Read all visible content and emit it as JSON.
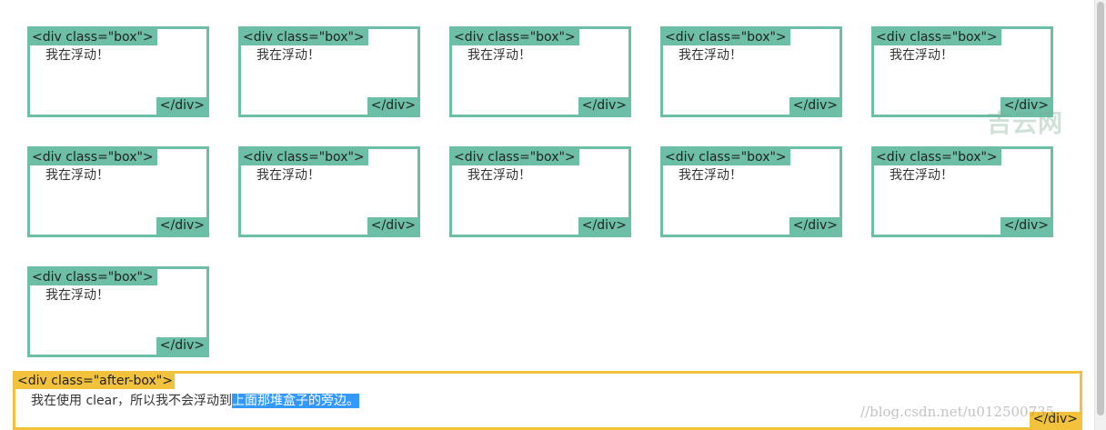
{
  "boxes": [
    {
      "open_tag": "<div class=\"box\">",
      "text": "我在浮动！",
      "close_tag": "</div>"
    },
    {
      "open_tag": "<div class=\"box\">",
      "text": "我在浮动！",
      "close_tag": "</div>"
    },
    {
      "open_tag": "<div class=\"box\">",
      "text": "我在浮动！",
      "close_tag": "</div>"
    },
    {
      "open_tag": "<div class=\"box\">",
      "text": "我在浮动！",
      "close_tag": "</div>"
    },
    {
      "open_tag": "<div class=\"box\">",
      "text": "我在浮动！",
      "close_tag": "</div>"
    },
    {
      "open_tag": "<div class=\"box\">",
      "text": "我在浮动！",
      "close_tag": "</div>"
    },
    {
      "open_tag": "<div class=\"box\">",
      "text": "我在浮动！",
      "close_tag": "</div>"
    },
    {
      "open_tag": "<div class=\"box\">",
      "text": "我在浮动！",
      "close_tag": "</div>"
    },
    {
      "open_tag": "<div class=\"box\">",
      "text": "我在浮动！",
      "close_tag": "</div>"
    },
    {
      "open_tag": "<div class=\"box\">",
      "text": "我在浮动！",
      "close_tag": "</div>"
    },
    {
      "open_tag": "<div class=\"box\">",
      "text": "我在浮动！",
      "close_tag": "</div>"
    }
  ],
  "after_box": {
    "open_tag": "<div class=\"after-box\">",
    "text_plain": "我在使用 clear，所以我不会浮动到",
    "text_selected": "上面那堆盒子的旁边。",
    "close_tag": "</div>"
  },
  "watermarks": {
    "logo": "吉云网",
    "url": "//blog.csdn.net/u012500735"
  },
  "colors": {
    "box_accent": "#6cbfa6",
    "after_box_accent": "#f3c23d",
    "selection": "#3399ff"
  }
}
